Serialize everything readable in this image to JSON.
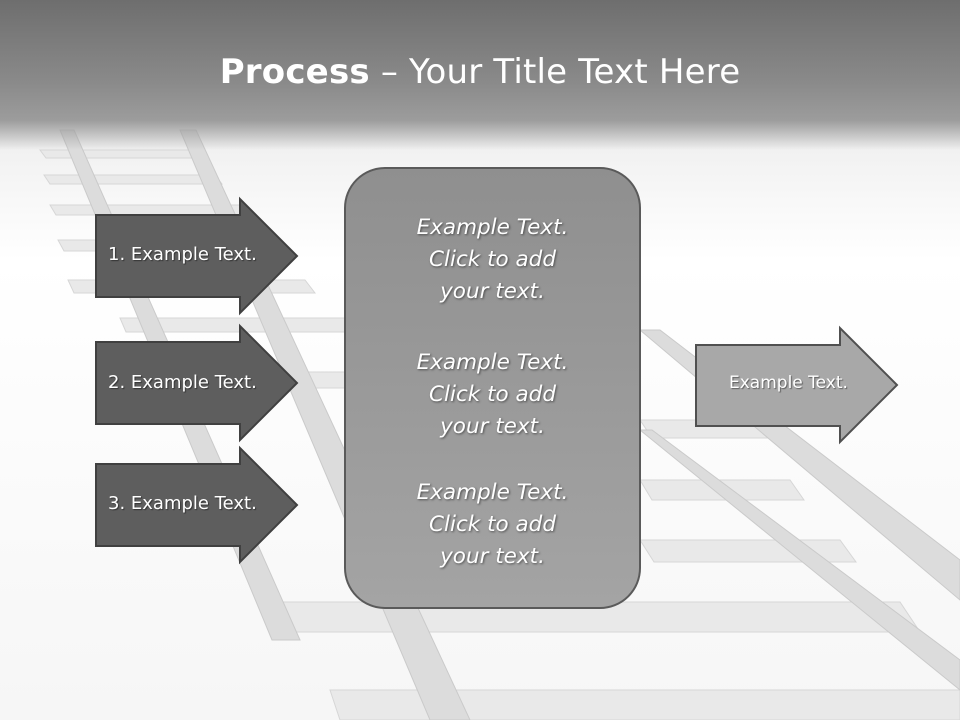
{
  "title": {
    "bold": "Process",
    "rest": " – Your Title Text Here"
  },
  "left_arrows": [
    {
      "label": "1. Example Text."
    },
    {
      "label": "2. Example Text."
    },
    {
      "label": "3. Example Text."
    }
  ],
  "center_panel": {
    "blocks": [
      {
        "lines": [
          "Example Text.",
          "Click  to add",
          "your text."
        ]
      },
      {
        "lines": [
          "Example Text.",
          "Click  to add",
          "your text."
        ]
      },
      {
        "lines": [
          "Example Text.",
          "Click  to add",
          "your text."
        ]
      }
    ]
  },
  "right_arrow": {
    "label": "Example Text."
  },
  "colors": {
    "dark_arrow_fill": "#5e5e5e",
    "panel_fill": "#9a9a9a",
    "right_arrow_fill": "#a8a8a8",
    "outline": "#404040"
  }
}
